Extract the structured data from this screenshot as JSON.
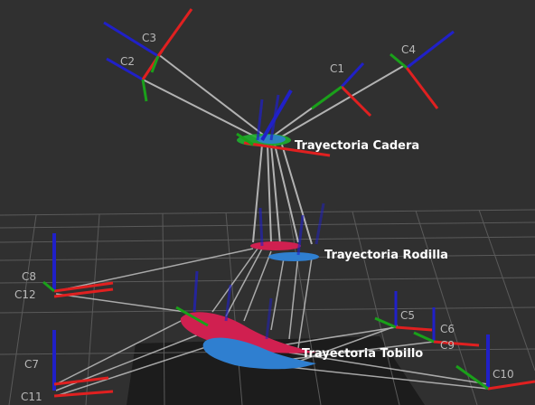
{
  "viewport": {
    "background": "#303030",
    "grid_color": "#5a5a5a",
    "link_color": "#c9c9c9",
    "axis_colors": {
      "x": "#e02020",
      "y": "#1aa01a",
      "z": "#2020c8"
    }
  },
  "frames": {
    "c1": "C1",
    "c2": "C2",
    "c3": "C3",
    "c4": "C4",
    "c5": "C5",
    "c6": "C6",
    "c7": "C7",
    "c8": "C8",
    "c9": "C9",
    "c10": "C10",
    "c11": "C11",
    "c12": "C12"
  },
  "trajectories": {
    "hip": {
      "label": "Trayectoria Cadera",
      "color": "#20b030"
    },
    "knee": {
      "label": "Trayectoria Rodilla",
      "color": "#2f7fd0"
    },
    "ankle": {
      "label": "Trayectoria Tobillo",
      "color": "#2f7fd0",
      "secondary_color": "#d02050"
    }
  }
}
